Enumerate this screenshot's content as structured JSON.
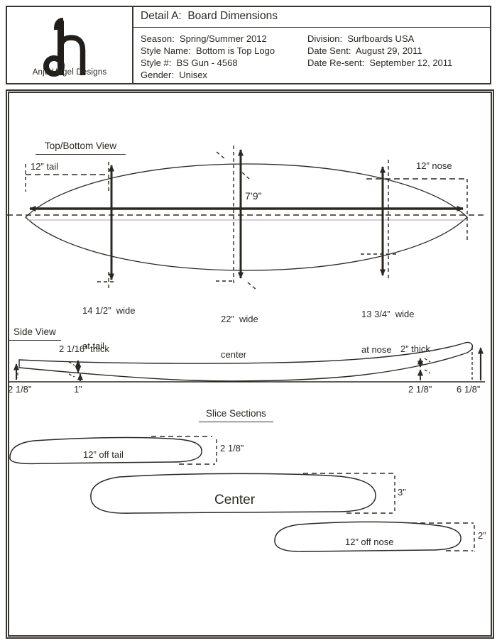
{
  "colors": {
    "ink": "#2b2823",
    "stringer_gray": "#a6a2a0",
    "border": "#3a3632"
  },
  "header": {
    "brand": "Anja Hugel Designs",
    "monogram_icon": "ah-monogram",
    "title": "Detail A:  Board Dimensions",
    "info_left": [
      "Season:  Spring/Summer 2012",
      "Style Name:  Bottom is Top Logo",
      "Style #:  BS Gun - 4568",
      "Gender:  Unisex"
    ],
    "info_right": [
      "Division:  Surfboards USA",
      "Date Sent:  August 29, 2011",
      "Date Re-sent:  September 12, 2011"
    ]
  },
  "top_view": {
    "heading": "Top/Bottom View",
    "tail_offset": "12” tail",
    "nose_offset": "12” nose",
    "length": "7’9”",
    "width_tail": [
      "14 1/2”  wide",
      "at tail"
    ],
    "width_center": [
      "22”  wide",
      "center"
    ],
    "width_nose": [
      "13 3/4”  wide",
      "at nose"
    ]
  },
  "side_view": {
    "heading": "Side View",
    "thickness_tail": "2 1/16” thick",
    "thickness_nose": "2” thick",
    "tail_rocker": "2 1/8”",
    "tail_rocker_inner": "1”",
    "nose_rocker": "2 1/8”",
    "nose_lift": "6 1/8”"
  },
  "slices": {
    "heading": "Slice Sections",
    "tail": {
      "label": "12” off tail",
      "thickness": "2 1/8”"
    },
    "center": {
      "label": "Center",
      "thickness": "3”"
    },
    "nose": {
      "label": "12” off nose",
      "thickness": "2”"
    }
  }
}
